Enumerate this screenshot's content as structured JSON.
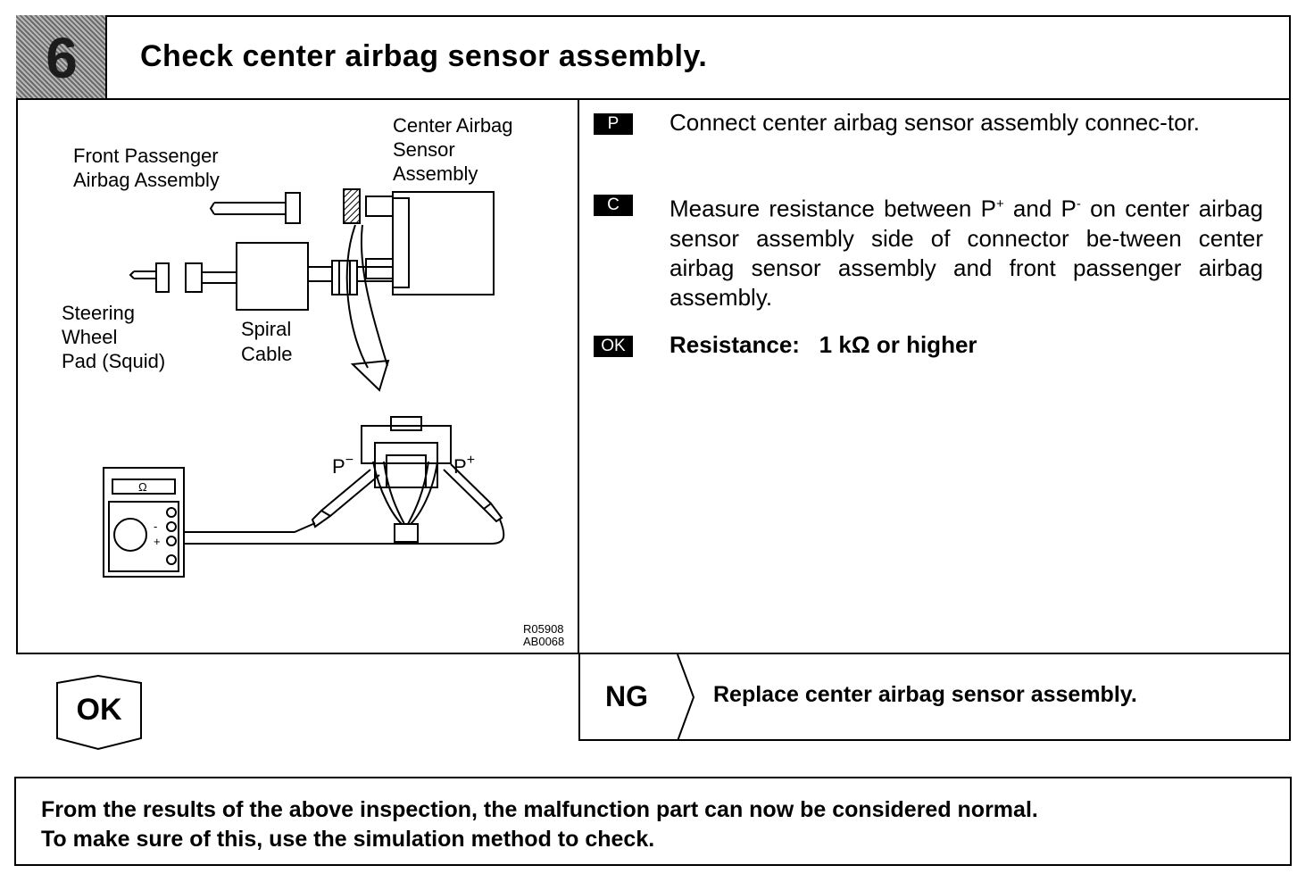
{
  "header": {
    "step_number": "6",
    "title": "Check center airbag sensor assembly."
  },
  "figure": {
    "labels": {
      "center_airbag": [
        "Center Airbag",
        "Sensor",
        "Assembly"
      ],
      "front_passenger": [
        "Front Passenger",
        "Airbag Assembly"
      ],
      "steering": [
        "Steering",
        "Wheel",
        "Pad (Squid)"
      ],
      "spiral": [
        "Spiral",
        "Cable"
      ],
      "p_minus": "P",
      "p_plus": "P",
      "minus_sup": "−",
      "plus_sup": "+",
      "ohm": "Ω",
      "meter_minus": "-",
      "meter_plus": "+",
      "code1": "R05908",
      "code2": "AB0068"
    }
  },
  "instructions": [
    {
      "badge": "P",
      "text": "Connect center airbag sensor assembly connec-tor."
    },
    {
      "badge": "C",
      "text_parts": [
        "Measure resistance between P",
        "+",
        " and P",
        "-",
        " on center airbag sensor assembly side of connector be-tween center airbag sensor assembly and front passenger airbag assembly."
      ]
    },
    {
      "badge": "OK",
      "label": "Resistance:",
      "value": "1 kΩ or higher"
    }
  ],
  "result_ok": "OK",
  "result_ng": {
    "label": "NG",
    "text": "Replace center airbag sensor assembly."
  },
  "note": [
    "From the results of the above inspection, the malfunction part can now be considered normal.",
    "To make sure of this, use the simulation method to check."
  ]
}
